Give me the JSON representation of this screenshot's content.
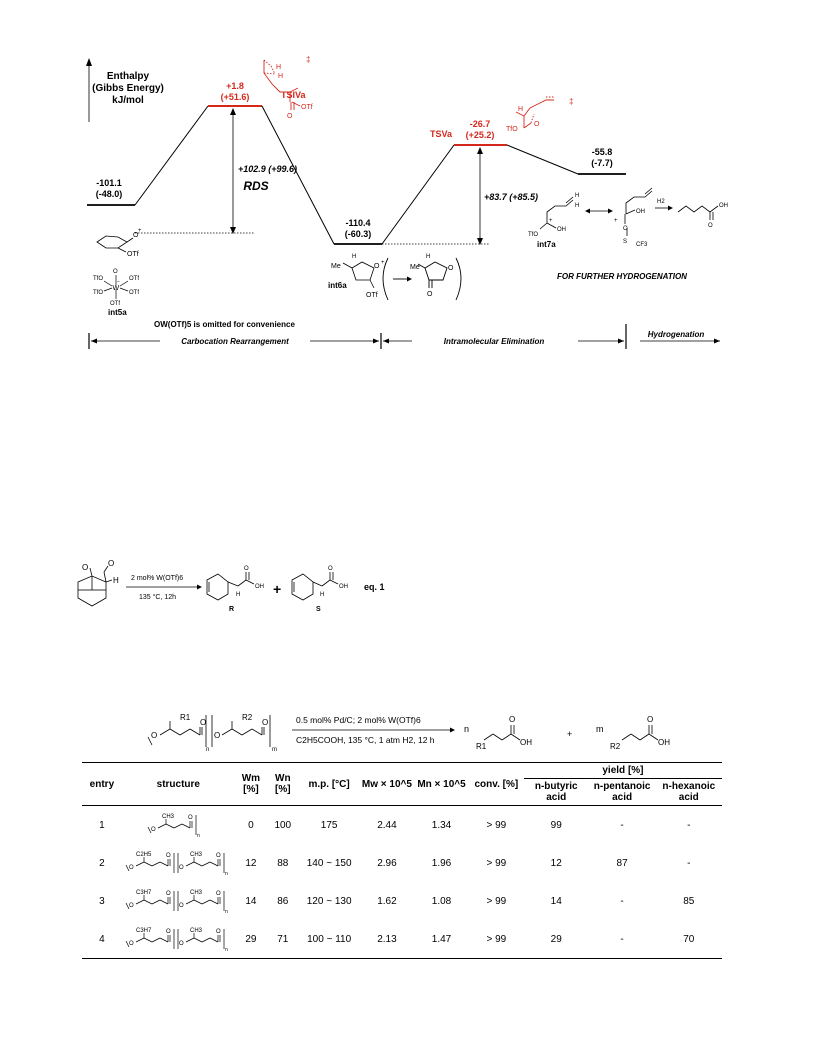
{
  "energy_diagram": {
    "axis_label_1": "Enthalpy",
    "axis_label_2": "(Gibbs Energy)",
    "axis_label_3": "kJ/mol",
    "levels": {
      "int5a": {
        "h": "-101.1",
        "g": "(-48.0)"
      },
      "tsiva": {
        "h": "+1.8",
        "g": "(+51.6)"
      },
      "int6a": {
        "h": "-110.4",
        "g": "(-60.3)"
      },
      "tsva": {
        "h": "-26.7",
        "g": "(+25.2)"
      },
      "int7a": {
        "h": "-55.8",
        "g": "(-7.7)"
      }
    },
    "barrier_1": "+102.9 (+99.6)",
    "barrier_2": "+83.7 (+85.5)",
    "rds": "RDS",
    "ts_labels": {
      "tsiva": "TSIVa",
      "tsva": "TSVa"
    },
    "dagger": "‡",
    "species": {
      "int5a": "int5a",
      "int6a": "int6a",
      "int7a": "int7a",
      "otf": "OTf",
      "tfo": "TfO",
      "me": "Me",
      "oh": "OH",
      "o": "O",
      "h": "H",
      "cf3": "CF3",
      "s": "S",
      "w": "W",
      "h2": "H2",
      "plus": "+",
      "minus": "−"
    },
    "omission_note": "OW(OTf)5 is omitted for convenience",
    "further": "FOR FURTHER HYDROGENATION",
    "stages": [
      "Carbocation Rearrangement",
      "Intramolecular Elimination",
      "Hydrogenation"
    ]
  },
  "eq1": {
    "cond_top": "2 mol% W(OTf)6",
    "cond_bottom": "135 °C, 12h",
    "label_r": "R",
    "label_s": "S",
    "plus": "+",
    "eq_label": "eq. 1"
  },
  "scheme2": {
    "cond_top": "0.5 mol% Pd/C; 2 mol% W(OTf)6",
    "cond_bottom": "C2H5COOH, 135 °C, 1 atm H2, 12 h",
    "r1": "R1",
    "r2": "R2",
    "n": "n",
    "m": "m",
    "plus": "+"
  },
  "table": {
    "headers": {
      "entry": "entry",
      "structure": "structure",
      "wm": "Wm [%]",
      "wn": "Wn [%]",
      "mp": "m.p. [°C]",
      "mw": "Mw × 10^5",
      "mn": "Mn × 10^5",
      "conv": "conv. [%]",
      "yield": "yield [%]",
      "butyric": "n-butyric acid",
      "pentanoic": "n-pentanoic acid",
      "hexanoic": "n-hexanoic acid"
    },
    "rows": [
      {
        "entry": "1",
        "wm": "0",
        "wn": "100",
        "mp": "175",
        "mw": "2.44",
        "mn": "1.34",
        "conv": "> 99",
        "butyric": "99",
        "pentanoic": "-",
        "hexanoic": "-",
        "sub": "",
        "sidechain": "CH3"
      },
      {
        "entry": "2",
        "wm": "12",
        "wn": "88",
        "mp": "140 ~ 150",
        "mw": "2.96",
        "mn": "1.96",
        "conv": "> 99",
        "butyric": "12",
        "pentanoic": "87",
        "hexanoic": "-",
        "sub": "C2H5",
        "sidechain": "CH3"
      },
      {
        "entry": "3",
        "wm": "14",
        "wn": "86",
        "mp": "120 ~ 130",
        "mw": "1.62",
        "mn": "1.08",
        "conv": "> 99",
        "butyric": "14",
        "pentanoic": "-",
        "hexanoic": "85",
        "sub": "C3H7",
        "sidechain": "CH3"
      },
      {
        "entry": "4",
        "wm": "29",
        "wn": "71",
        "mp": "100 ~ 110",
        "mw": "2.13",
        "mn": "1.47",
        "conv": "> 99",
        "butyric": "29",
        "pentanoic": "-",
        "hexanoic": "70",
        "sub": "C3H7",
        "sidechain": "CH3"
      }
    ]
  }
}
